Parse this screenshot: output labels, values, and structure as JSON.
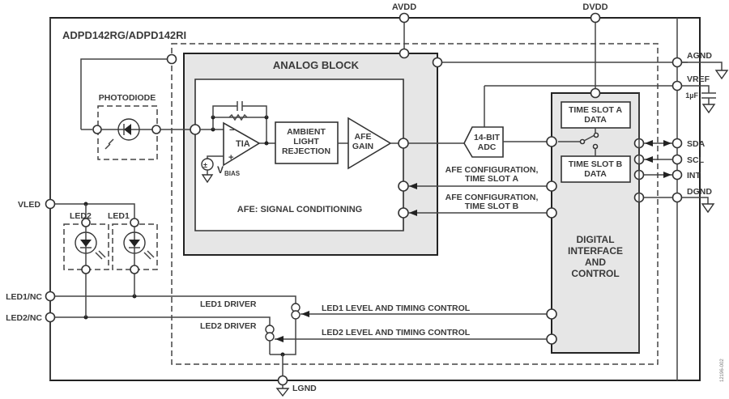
{
  "chip": {
    "title": "ADPD142RG/ADPD142RI"
  },
  "blocks": {
    "analog_block": "ANALOG BLOCK",
    "afe_signal_conditioning": "AFE: SIGNAL CONDITIONING",
    "tia": "TIA",
    "vbias_main": "V",
    "vbias_sub": "BIAS",
    "ambient_light_rejection": [
      "AMBIENT",
      "LIGHT",
      "REJECTION"
    ],
    "afe_gain": [
      "AFE",
      "GAIN"
    ],
    "adc": [
      "14-BIT",
      "ADC"
    ],
    "time_slot_a": [
      "TIME SLOT A",
      "DATA"
    ],
    "time_slot_b": [
      "TIME SLOT B",
      "DATA"
    ],
    "digital_interface": [
      "DIGITAL",
      "INTERFACE",
      "AND",
      "CONTROL"
    ],
    "photodiode": "PHOTODIODE",
    "led1": "LED1",
    "led2": "LED2",
    "led1_driver": "LED1 DRIVER",
    "led2_driver": "LED2 DRIVER"
  },
  "signals": {
    "afe_config_a": [
      "AFE CONFIGURATION,",
      "TIME SLOT A"
    ],
    "afe_config_b": [
      "AFE CONFIGURATION,",
      "TIME SLOT B"
    ],
    "led1_control": "LED1 LEVEL AND TIMING CONTROL",
    "led2_control": "LED2 LEVEL AND TIMING CONTROL"
  },
  "pins": {
    "avdd": "AVDD",
    "dvdd": "DVDD",
    "agnd": "AGND",
    "vref": "VREF",
    "cap": "1µF",
    "sda": "SDA",
    "scl": "SCL",
    "int": "INT",
    "dgnd": "DGND",
    "vled": "VLED",
    "led1_nc": "LED1/NC",
    "led2_nc": "LED2/NC",
    "lgnd": "LGND"
  },
  "figure_id": "12196-002"
}
